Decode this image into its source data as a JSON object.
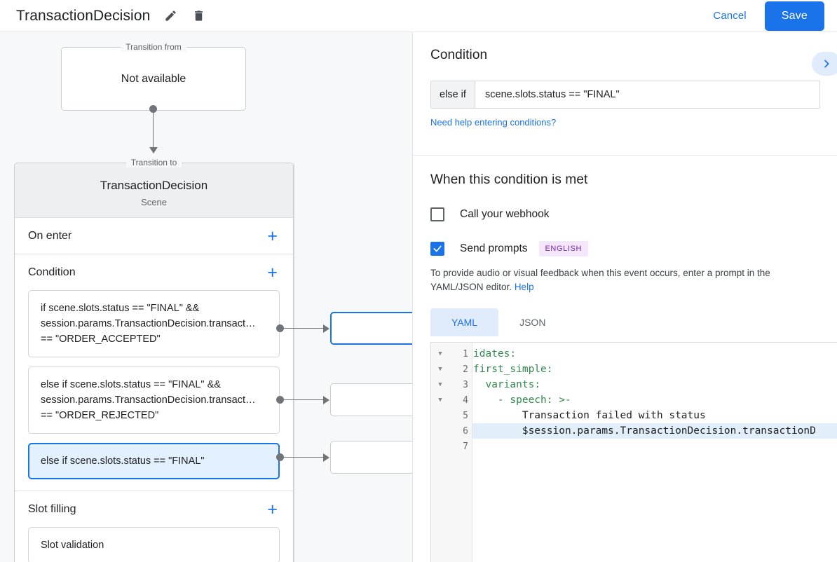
{
  "header": {
    "title": "TransactionDecision",
    "edit_icon": "pencil-icon",
    "delete_icon": "trash-icon",
    "cancel_label": "Cancel",
    "save_label": "Save"
  },
  "canvas": {
    "transition_from": {
      "legend": "Transition from",
      "value": "Not available"
    },
    "transition_to": {
      "legend": "Transition to",
      "name": "TransactionDecision",
      "subtitle": "Scene"
    },
    "sections": [
      {
        "title": "On enter",
        "add_label": "+"
      },
      {
        "title": "Condition",
        "add_label": "+"
      },
      {
        "title": "Slot filling",
        "add_label": "+"
      }
    ],
    "conditions": [
      "if scene.slots.status == \"FINAL\" && session.params.TransactionDecision.transact… == \"ORDER_ACCEPTED\"",
      "else if scene.slots.status == \"FINAL\" && session.params.TransactionDecision.transact… == \"ORDER_REJECTED\"",
      "else if scene.slots.status == \"FINAL\""
    ],
    "selected_condition_index": 2,
    "slot_filling_items": [
      "Slot validation"
    ]
  },
  "panel": {
    "title": "Condition",
    "expand_icon": "chevron-right-icon",
    "condition": {
      "prefix": "else if",
      "value": "scene.slots.status == \"FINAL\""
    },
    "help_link": "Need help entering conditions?",
    "when_met_title": "When this condition is met",
    "webhook": {
      "label": "Call your webhook",
      "checked": false
    },
    "send_prompts": {
      "label": "Send prompts",
      "badge": "ENGLISH",
      "checked": true
    },
    "description": "To provide audio or visual feedback when this event occurs, enter a prompt in the YAML/JSON editor.",
    "description_link": "Help",
    "tabs": [
      {
        "label": "YAML",
        "active": true
      },
      {
        "label": "JSON",
        "active": false
      }
    ],
    "editor": {
      "highlighted_line": 6,
      "lines": [
        {
          "n": 1,
          "fold": true,
          "key": "idates",
          "rest": ":"
        },
        {
          "n": 2,
          "fold": true,
          "key": "first_simple",
          "rest": ":"
        },
        {
          "n": 3,
          "fold": true,
          "key": "  variants",
          "rest": ":"
        },
        {
          "n": 4,
          "fold": true,
          "key": "    - speech",
          "rest": ": >-"
        },
        {
          "n": 5,
          "fold": false,
          "key": "",
          "rest": "        Transaction failed with status"
        },
        {
          "n": 6,
          "fold": false,
          "key": "",
          "rest": "        $session.params.TransactionDecision.transactionD"
        },
        {
          "n": 7,
          "fold": false,
          "key": "",
          "rest": ""
        }
      ]
    }
  },
  "colors": {
    "accent": "#1a73e8",
    "selected_bg": "#e3f0fd",
    "badge_bg": "#f4e7fb",
    "badge_fg": "#7627ad",
    "yaml_key": "#2f8a4c"
  }
}
